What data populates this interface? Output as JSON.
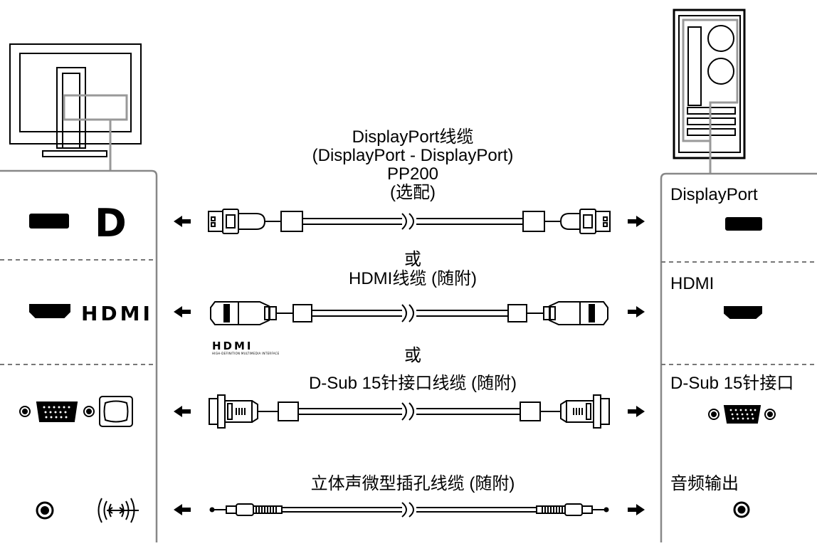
{
  "cables": {
    "displayport": {
      "line1": "DisplayPort线缆",
      "line2": "(DisplayPort - DisplayPort)",
      "line3": "PP200",
      "line4": "(选配)"
    },
    "or_1": "或",
    "hdmi": "HDMI线缆 (随附)",
    "or_2": "或",
    "dsub": "D-Sub 15针接口线缆 (随附)",
    "audio": "立体声微型插孔线缆 (随附)"
  },
  "pc_ports": {
    "displayport": "DisplayPort",
    "hdmi": "HDMI",
    "dsub": "D-Sub 15针接口",
    "audio": "音频输出"
  },
  "logos": {
    "dp_mark": "D",
    "hdmi_text": "HDMI",
    "hdmi_small": "HDMI",
    "hdmi_small_sub": "HIGH-DEFINITION MULTIMEDIA INTERFACE"
  },
  "icons": [
    "monitor-icon",
    "pc-tower-icon",
    "displayport-port-icon",
    "hdmi-port-icon",
    "vga-port-icon",
    "audio-jack-icon",
    "arrow-left-icon",
    "arrow-right-icon",
    "displayport-cable-icon",
    "hdmi-cable-icon",
    "dsub-cable-icon",
    "audio-cable-icon"
  ]
}
